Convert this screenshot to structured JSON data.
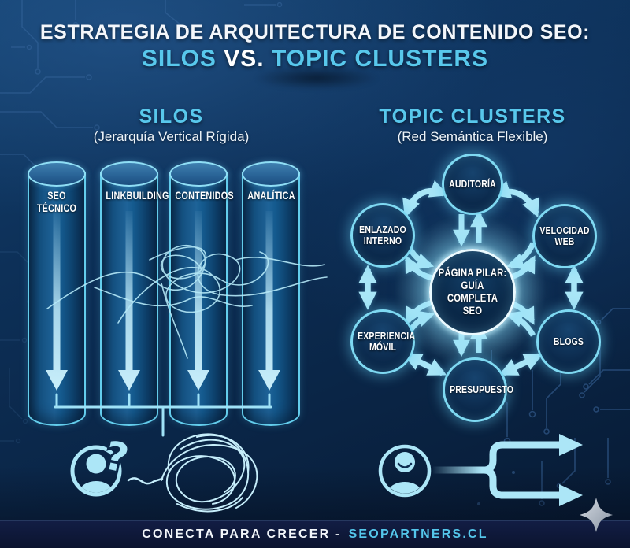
{
  "header": {
    "title_line1": "ESTRATEGIA DE ARQUITECTURA DE CONTENIDO SEO:",
    "title_silos": "SILOS",
    "title_vs": " VS. ",
    "title_clusters": "TOPIC CLUSTERS"
  },
  "silos_section": {
    "heading": "SILOS",
    "subtitle": "(Jerarquía Vertical Rígida)",
    "columns": [
      {
        "label": "SEO TÉCNICO"
      },
      {
        "label": "LINKBUILDING"
      },
      {
        "label": "CONTENIDOS"
      },
      {
        "label": "ANALÍTICA"
      }
    ]
  },
  "clusters_section": {
    "heading": "TOPIC CLUSTERS",
    "subtitle": "(Red Semántica Flexible)",
    "center_node": {
      "lines": [
        "PÁGINA PILAR:",
        "GUÍA",
        "COMPLETA SEO"
      ]
    },
    "nodes": [
      {
        "label": "AUDITORÍA"
      },
      {
        "label": "ENLAZADO INTERNO"
      },
      {
        "label": "VELOCIDAD WEB"
      },
      {
        "label": "EXPERIENCIA MÓVIL"
      },
      {
        "label": "BLOGS"
      },
      {
        "label": "PRESUPUESTO"
      }
    ]
  },
  "footer": {
    "message": "CONECTA PARA CRECER -",
    "brand": "SEOPARTNERS.CL"
  },
  "colors": {
    "background_navy": "#0d3058",
    "accent_cyan": "#58c8ec",
    "arrow_cyan": "#ace6f7",
    "node_ring_cyan": "#7ed9f2",
    "text_white": "#ffffff",
    "footer_band": "#121d44"
  }
}
